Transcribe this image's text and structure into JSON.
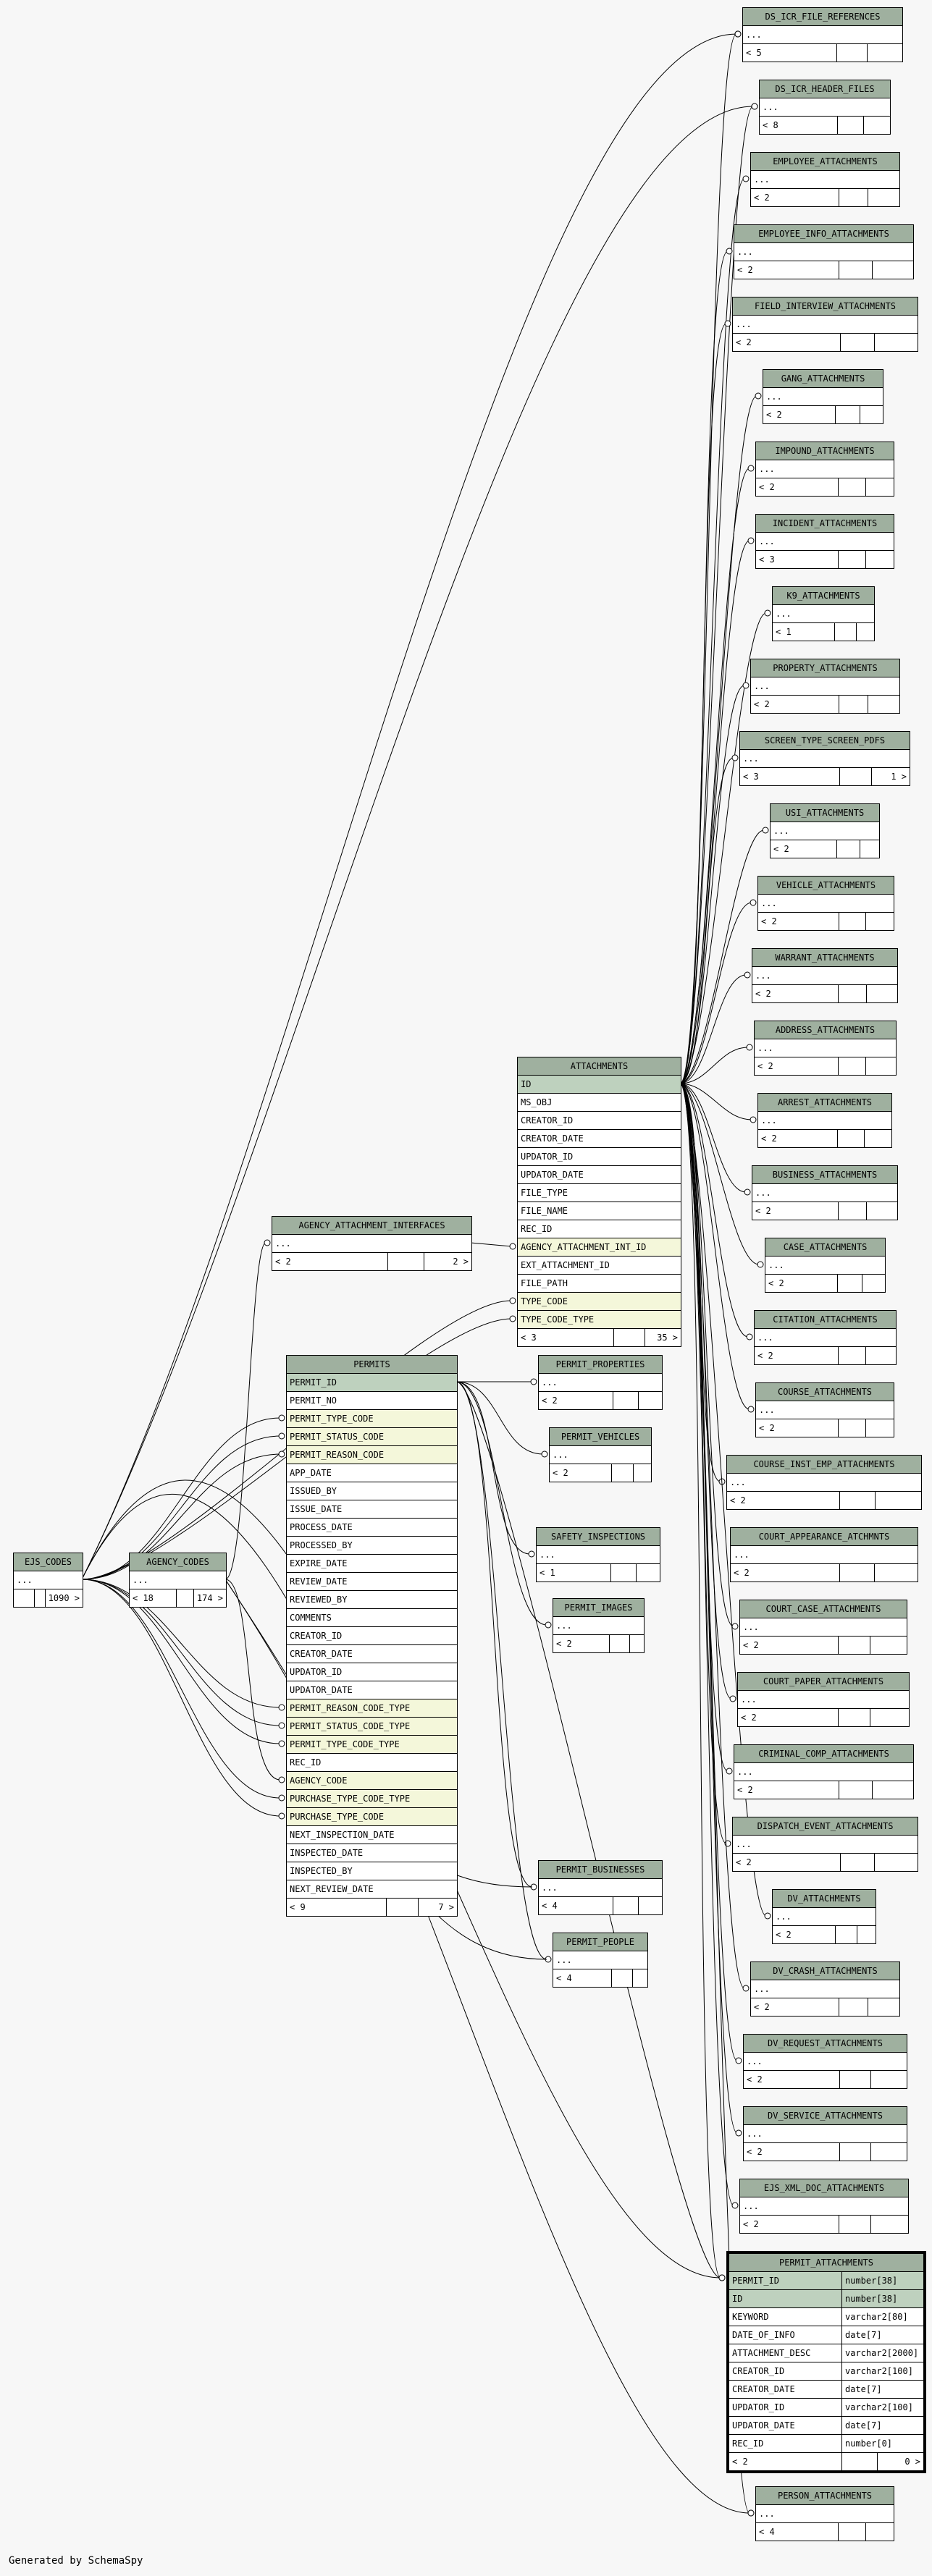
{
  "footer": "Generated by SchemaSpy",
  "tables": {
    "ds_icr_file_references": {
      "name": "DS_ICR_FILE_REFERENCES",
      "rows": [
        "..."
      ],
      "foot": [
        "< 5",
        "",
        ""
      ]
    },
    "ds_icr_header_files": {
      "name": "DS_ICR_HEADER_FILES",
      "rows": [
        "..."
      ],
      "foot": [
        "< 8",
        "",
        ""
      ]
    },
    "employee_attachments": {
      "name": "EMPLOYEE_ATTACHMENTS",
      "rows": [
        "..."
      ],
      "foot": [
        "< 2",
        "",
        ""
      ]
    },
    "employee_info_attachments": {
      "name": "EMPLOYEE_INFO_ATTACHMENTS",
      "rows": [
        "..."
      ],
      "foot": [
        "< 2",
        "",
        ""
      ]
    },
    "field_interview_attachments": {
      "name": "FIELD_INTERVIEW_ATTACHMENTS",
      "rows": [
        "..."
      ],
      "foot": [
        "< 2",
        "",
        ""
      ]
    },
    "gang_attachments": {
      "name": "GANG_ATTACHMENTS",
      "rows": [
        "..."
      ],
      "foot": [
        "< 2",
        "",
        ""
      ]
    },
    "impound_attachments": {
      "name": "IMPOUND_ATTACHMENTS",
      "rows": [
        "..."
      ],
      "foot": [
        "< 2",
        "",
        ""
      ]
    },
    "incident_attachments": {
      "name": "INCIDENT_ATTACHMENTS",
      "rows": [
        "..."
      ],
      "foot": [
        "< 3",
        "",
        ""
      ]
    },
    "k9_attachments": {
      "name": "K9_ATTACHMENTS",
      "rows": [
        "..."
      ],
      "foot": [
        "< 1",
        "",
        ""
      ]
    },
    "property_attachments": {
      "name": "PROPERTY_ATTACHMENTS",
      "rows": [
        "..."
      ],
      "foot": [
        "< 2",
        "",
        ""
      ]
    },
    "screen_type_screen_pdfs": {
      "name": "SCREEN_TYPE_SCREEN_PDFS",
      "rows": [
        "..."
      ],
      "foot": [
        "< 3",
        "",
        "1 >"
      ]
    },
    "usi_attachments": {
      "name": "USI_ATTACHMENTS",
      "rows": [
        "..."
      ],
      "foot": [
        "< 2",
        "",
        ""
      ]
    },
    "vehicle_attachments": {
      "name": "VEHICLE_ATTACHMENTS",
      "rows": [
        "..."
      ],
      "foot": [
        "< 2",
        "",
        ""
      ]
    },
    "warrant_attachments": {
      "name": "WARRANT_ATTACHMENTS",
      "rows": [
        "..."
      ],
      "foot": [
        "< 2",
        "",
        ""
      ]
    },
    "address_attachments": {
      "name": "ADDRESS_ATTACHMENTS",
      "rows": [
        "..."
      ],
      "foot": [
        "< 2",
        "",
        ""
      ]
    },
    "arrest_attachments": {
      "name": "ARREST_ATTACHMENTS",
      "rows": [
        "..."
      ],
      "foot": [
        "< 2",
        "",
        ""
      ]
    },
    "business_attachments": {
      "name": "BUSINESS_ATTACHMENTS",
      "rows": [
        "..."
      ],
      "foot": [
        "< 2",
        "",
        ""
      ]
    },
    "case_attachments": {
      "name": "CASE_ATTACHMENTS",
      "rows": [
        "..."
      ],
      "foot": [
        "< 2",
        "",
        ""
      ]
    },
    "citation_attachments": {
      "name": "CITATION_ATTACHMENTS",
      "rows": [
        "..."
      ],
      "foot": [
        "< 2",
        "",
        ""
      ]
    },
    "course_attachments": {
      "name": "COURSE_ATTACHMENTS",
      "rows": [
        "..."
      ],
      "foot": [
        "< 2",
        "",
        ""
      ]
    },
    "course_inst_emp_attachments": {
      "name": "COURSE_INST_EMP_ATTACHMENTS",
      "rows": [
        "..."
      ],
      "foot": [
        "< 2",
        "",
        ""
      ]
    },
    "court_appearance_atchmnts": {
      "name": "COURT_APPEARANCE_ATCHMNTS",
      "rows": [
        "..."
      ],
      "foot": [
        "< 2",
        "",
        ""
      ]
    },
    "court_case_attachments": {
      "name": "COURT_CASE_ATTACHMENTS",
      "rows": [
        "..."
      ],
      "foot": [
        "< 2",
        "",
        ""
      ]
    },
    "court_paper_attachments": {
      "name": "COURT_PAPER_ATTACHMENTS",
      "rows": [
        "..."
      ],
      "foot": [
        "< 2",
        "",
        ""
      ]
    },
    "criminal_comp_attachments": {
      "name": "CRIMINAL_COMP_ATTACHMENTS",
      "rows": [
        "..."
      ],
      "foot": [
        "< 2",
        "",
        ""
      ]
    },
    "dispatch_event_attachments": {
      "name": "DISPATCH_EVENT_ATTACHMENTS",
      "rows": [
        "..."
      ],
      "foot": [
        "< 2",
        "",
        ""
      ]
    },
    "dv_attachments": {
      "name": "DV_ATTACHMENTS",
      "rows": [
        "..."
      ],
      "foot": [
        "< 2",
        "",
        ""
      ]
    },
    "dv_crash_attachments": {
      "name": "DV_CRASH_ATTACHMENTS",
      "rows": [
        "..."
      ],
      "foot": [
        "< 2",
        "",
        ""
      ]
    },
    "dv_request_attachments": {
      "name": "DV_REQUEST_ATTACHMENTS",
      "rows": [
        "..."
      ],
      "foot": [
        "< 2",
        "",
        ""
      ]
    },
    "dv_service_attachments": {
      "name": "DV_SERVICE_ATTACHMENTS",
      "rows": [
        "..."
      ],
      "foot": [
        "< 2",
        "",
        ""
      ]
    },
    "ejs_xml_doc_attachments": {
      "name": "EJS_XML_DOC_ATTACHMENTS",
      "rows": [
        "..."
      ],
      "foot": [
        "< 2",
        "",
        ""
      ]
    },
    "person_attachments": {
      "name": "PERSON_ATTACHMENTS",
      "rows": [
        "..."
      ],
      "foot": [
        "< 4",
        "",
        ""
      ]
    },
    "attachments": {
      "name": "ATTACHMENTS",
      "rows": [
        "ID",
        "MS_OBJ",
        "CREATOR_ID",
        "CREATOR_DATE",
        "UPDATOR_ID",
        "UPDATOR_DATE",
        "FILE_TYPE",
        "FILE_NAME",
        "REC_ID",
        "AGENCY_ATTACHMENT_INT_ID",
        "EXT_ATTACHMENT_ID",
        "FILE_PATH",
        "TYPE_CODE",
        "TYPE_CODE_TYPE"
      ],
      "foot": [
        "< 3",
        "",
        "35 >"
      ]
    },
    "agency_attachment_interfaces": {
      "name": "AGENCY_ATTACHMENT_INTERFACES",
      "rows": [
        "..."
      ],
      "foot": [
        "< 2",
        "",
        "2 >"
      ]
    },
    "permits": {
      "name": "PERMITS",
      "rows": [
        "PERMIT_ID",
        "PERMIT_NO",
        "PERMIT_TYPE_CODE",
        "PERMIT_STATUS_CODE",
        "PERMIT_REASON_CODE",
        "APP_DATE",
        "ISSUED_BY",
        "ISSUE_DATE",
        "PROCESS_DATE",
        "PROCESSED_BY",
        "EXPIRE_DATE",
        "REVIEW_DATE",
        "REVIEWED_BY",
        "COMMENTS",
        "CREATOR_ID",
        "CREATOR_DATE",
        "UPDATOR_ID",
        "UPDATOR_DATE",
        "PERMIT_REASON_CODE_TYPE",
        "PERMIT_STATUS_CODE_TYPE",
        "PERMIT_TYPE_CODE_TYPE",
        "REC_ID",
        "AGENCY_CODE",
        "PURCHASE_TYPE_CODE_TYPE",
        "PURCHASE_TYPE_CODE",
        "NEXT_INSPECTION_DATE",
        "INSPECTED_DATE",
        "INSPECTED_BY",
        "NEXT_REVIEW_DATE"
      ],
      "foot": [
        "< 9",
        "",
        "7 >"
      ]
    },
    "permit_properties": {
      "name": "PERMIT_PROPERTIES",
      "rows": [
        "..."
      ],
      "foot": [
        "< 2",
        "",
        ""
      ]
    },
    "permit_vehicles": {
      "name": "PERMIT_VEHICLES",
      "rows": [
        "..."
      ],
      "foot": [
        "< 2",
        "",
        ""
      ]
    },
    "safety_inspections": {
      "name": "SAFETY_INSPECTIONS",
      "rows": [
        "..."
      ],
      "foot": [
        "< 1",
        "",
        ""
      ]
    },
    "permit_images": {
      "name": "PERMIT_IMAGES",
      "rows": [
        "..."
      ],
      "foot": [
        "< 2",
        "",
        ""
      ]
    },
    "permit_businesses": {
      "name": "PERMIT_BUSINESSES",
      "rows": [
        "..."
      ],
      "foot": [
        "< 4",
        "",
        ""
      ]
    },
    "permit_people": {
      "name": "PERMIT_PEOPLE",
      "rows": [
        "..."
      ],
      "foot": [
        "< 4",
        "",
        ""
      ]
    },
    "ejs_codes": {
      "name": "EJS_CODES",
      "rows": [
        "..."
      ],
      "foot": [
        "",
        "",
        "1090 >"
      ]
    },
    "agency_codes": {
      "name": "AGENCY_CODES",
      "rows": [
        "..."
      ],
      "foot": [
        "< 18",
        "",
        "174 >"
      ]
    },
    "permit_attachments": {
      "name": "PERMIT_ATTACHMENTS",
      "rows": [
        "PERMIT_ID",
        "ID",
        "KEYWORD",
        "DATE_OF_INFO",
        "ATTACHMENT_DESC",
        "CREATOR_ID",
        "CREATOR_DATE",
        "UPDATOR_ID",
        "UPDATOR_DATE",
        "REC_ID"
      ],
      "types": [
        "number[38]",
        "number[38]",
        "varchar2[80]",
        "date[7]",
        "varchar2[2000]",
        "varchar2[100]",
        "date[7]",
        "varchar2[100]",
        "date[7]",
        "number[0]"
      ],
      "foot": [
        "< 2",
        "",
        "0 >"
      ]
    }
  }
}
